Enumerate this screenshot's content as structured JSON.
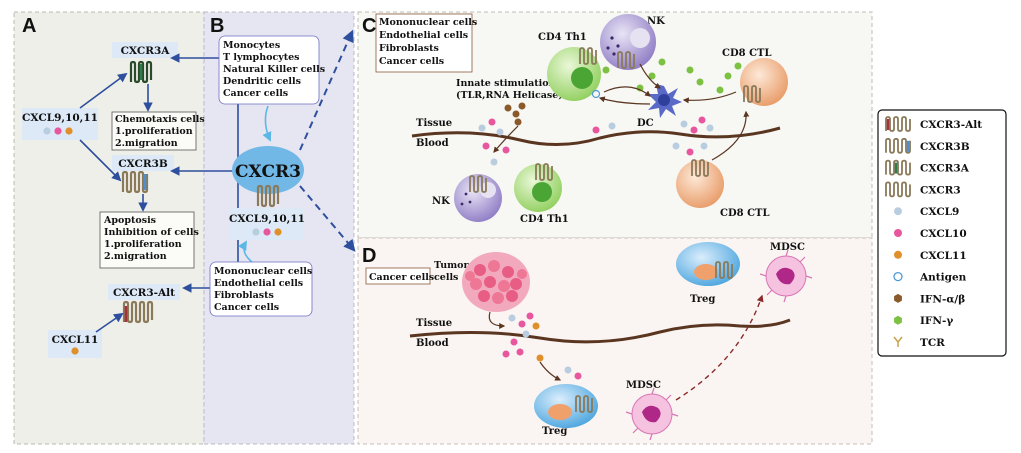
{
  "panels": {
    "a": {
      "letter": "A"
    },
    "b": {
      "letter": "B"
    },
    "c": {
      "letter": "C"
    },
    "d": {
      "letter": "D"
    }
  },
  "panel_a": {
    "cxcr3a": "CXCR3A",
    "cxcr3b": "CXCR3B",
    "cxcr3alt": "CXCR3-Alt",
    "ligands": "CXCL9,10,11",
    "cxcl11": "CXCL11",
    "box1": [
      "Chemotaxis cells",
      "1.proliferation",
      "2.migration"
    ],
    "box2": [
      "Apoptosis",
      "Inhibition of cells",
      "1.proliferation",
      "2.migration"
    ]
  },
  "panel_b": {
    "sources_top": [
      "Monocytes",
      "T lymphocytes",
      "Natural Killer cells",
      "Dendritic cells",
      "Cancer cells"
    ],
    "receptor": "CXCR3",
    "ligands": "CXCL9,10,11",
    "sources_bottom": [
      "Mononuclear cells",
      "Endothelial cells",
      "Fibroblasts",
      "Cancer cells"
    ]
  },
  "panel_c": {
    "sources": [
      "Mononuclear cells",
      "Endothelial cells",
      "Fibroblasts",
      "Cancer cells"
    ],
    "innate": [
      "Innate stimulation",
      "(TLR,RNA Helicase)"
    ],
    "cd4_top": "CD4 Th1",
    "nk_top": "NK",
    "cd8_top": "CD8 CTL",
    "dc": "DC",
    "tissue": "Tissue",
    "blood": "Blood",
    "nk_bottom": "NK",
    "cd4_bottom": "CD4 Th1",
    "cd8_bottom": "CD8 CTL"
  },
  "panel_d": {
    "cancer_cells": "Cancer cells",
    "tumor": [
      "Tumor",
      "cells"
    ],
    "tissue": "Tissue",
    "blood": "Blood",
    "treg_top": "Treg",
    "mdsc_top": "MDSC",
    "treg_bottom": "Treg",
    "mdsc_bottom": "MDSC"
  },
  "legend": {
    "items": [
      {
        "label": "CXCR3-Alt",
        "icon": "cxcr3-alt-receptor"
      },
      {
        "label": "CXCR3B",
        "icon": "cxcr3b-receptor"
      },
      {
        "label": "CXCR3A",
        "icon": "cxcr3a-receptor"
      },
      {
        "label": "CXCR3",
        "icon": "cxcr3-receptor"
      },
      {
        "label": "CXCL9",
        "icon": "dot",
        "color": "#b9cde0"
      },
      {
        "label": "CXCL10",
        "icon": "dot",
        "color": "#e8579e"
      },
      {
        "label": "CXCL11",
        "icon": "dot",
        "color": "#e0902a"
      },
      {
        "label": "Antigen",
        "icon": "ring",
        "color": "#4f9ad6"
      },
      {
        "label": "IFN-α/β",
        "icon": "hexagon",
        "color": "#8a5a2b"
      },
      {
        "label": "IFN-γ",
        "icon": "hexagon",
        "color": "#7cc142"
      },
      {
        "label": "TCR",
        "icon": "tcr",
        "color": "#c9a14a"
      }
    ]
  },
  "colors": {
    "cxcl9": "#b9cde0",
    "cxcl10": "#e8579e",
    "cxcl11": "#e0902a",
    "ifn_ab": "#8a5a2b",
    "ifn_g": "#7cc142",
    "arrow_blue": "#2e4f9e",
    "arrow_dark": "#5a3520"
  }
}
